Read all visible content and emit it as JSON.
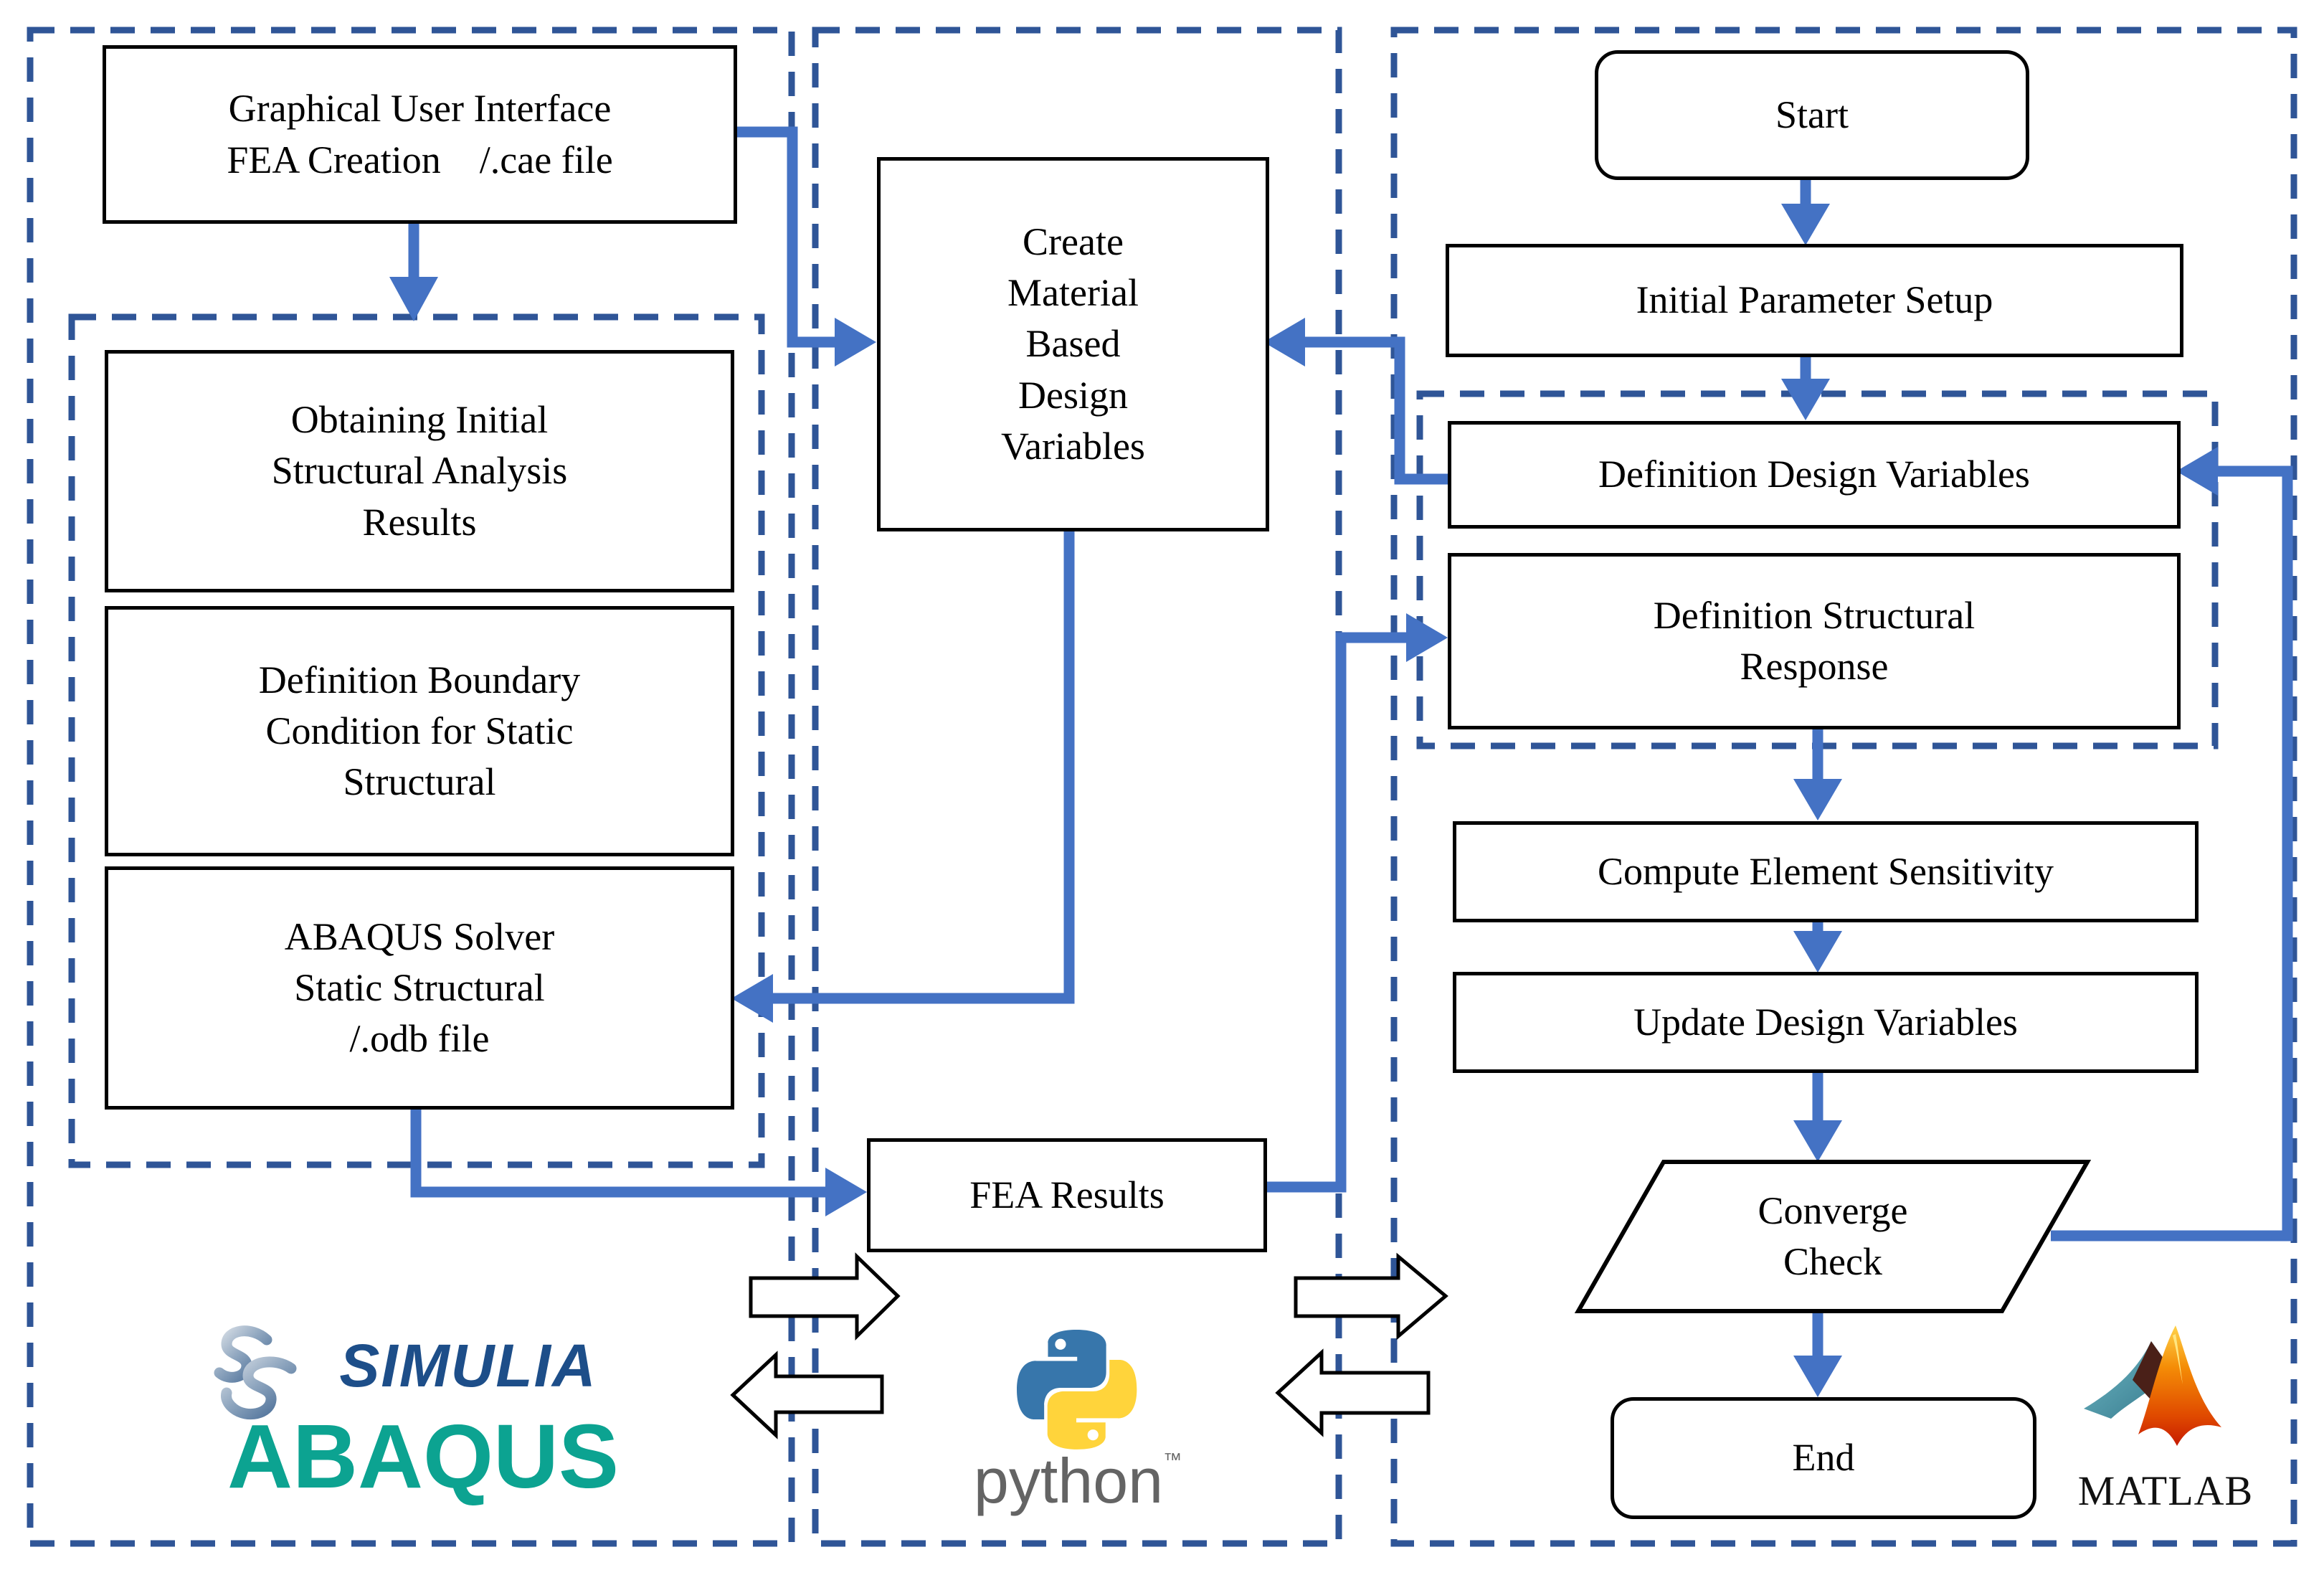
{
  "colors": {
    "panel_dash_border": "#2F5597",
    "connector_blue": "#4472C4",
    "box_border": "#000000",
    "simulia_blue": "#1D4E89",
    "abaqus_teal": "#0CA391",
    "python_blue": "#3776AB",
    "python_yellow": "#FFD43B",
    "python_gray": "#646464",
    "matlab_orange": "#E85D04"
  },
  "abaqus_panel": {
    "gui_box": "Graphical User Interface\nFEA Creation    /.cae file",
    "obtaining_box": "Obtaining Initial\nStructural Analysis\nResults",
    "boundary_box": "Definition Boundary\nCondition for Static\nStructural",
    "solver_box": "ABAQUS Solver\nStatic Structural\n/.odb file",
    "logo": {
      "simulia": "SIMULIA",
      "abaqus": "ABAQUS"
    }
  },
  "python_panel": {
    "create_box": "Create\nMaterial\nBased\nDesign\nVariables",
    "fea_results_box": "FEA Results",
    "logo": {
      "wordmark": "python",
      "trademark": "™"
    }
  },
  "matlab_panel": {
    "start": "Start",
    "initial_parameter_setup": "Initial Parameter Setup",
    "definition_design_variables": "Definition Design Variables",
    "definition_structural_response": "Definition Structural\nResponse",
    "compute_element_sensitivity": "Compute Element Sensitivity",
    "update_design_variables": "Update Design Variables",
    "converge_check": "Converge\nCheck",
    "end": "End",
    "logo_text": "MATLAB"
  }
}
